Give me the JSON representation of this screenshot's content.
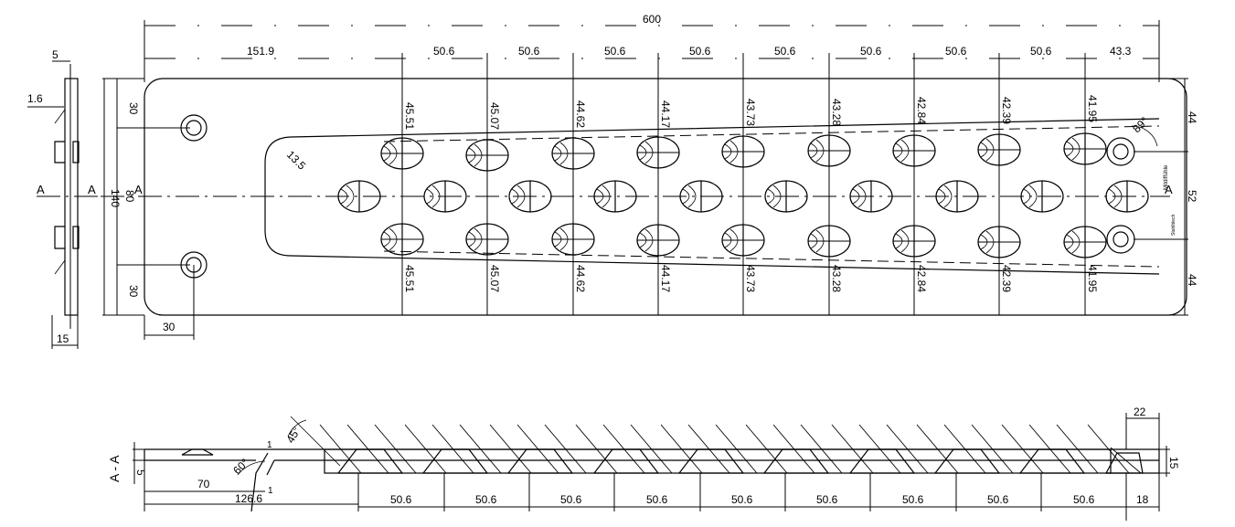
{
  "top_view": {
    "overall_length": "600",
    "first_offset": "151.9",
    "pitch_values": [
      "50.6",
      "50.6",
      "50.6",
      "50.6",
      "50.6",
      "50.6",
      "50.6",
      "50.6"
    ],
    "last_offset": "43.3",
    "upper_row_distances": [
      "45.51",
      "45.07",
      "44.62",
      "44.17",
      "43.73",
      "43.28",
      "42.84",
      "42.39",
      "41.95"
    ],
    "lower_row_distances": [
      "45.51",
      "45.07",
      "44.62",
      "44.17",
      "43.73",
      "43.28",
      "42.84",
      "42.39",
      "41.95"
    ],
    "left_top_offset": "30",
    "left_bottom_offset": "30",
    "inner_width": "80",
    "overall_width": "140",
    "hole_offset_x": "30",
    "corner_radius": "13.5",
    "taper_angle": "89°",
    "right_top": "44",
    "right_mid": "52",
    "right_bottom": "44",
    "small_note": "Mitdiffühle",
    "small_note_2": "Stahlblech"
  },
  "side_view": {
    "top_thickness": "5",
    "step_thickness": "1.6",
    "bottom_width": "15"
  },
  "section_view": {
    "section_label": "A - A",
    "thickness_left": "5",
    "offset_70": "70",
    "offset_126": "126.6",
    "angle_45": "45°",
    "angle_60": "60°",
    "small_1a": "1",
    "small_1b": "1",
    "pitch_values": [
      "50.6",
      "50.6",
      "50.6",
      "50.6",
      "50.6",
      "50.6",
      "50.6",
      "50.6",
      "50.6"
    ],
    "right_22": "22",
    "right_15": "15",
    "right_18": "18"
  },
  "section_marker": "A"
}
